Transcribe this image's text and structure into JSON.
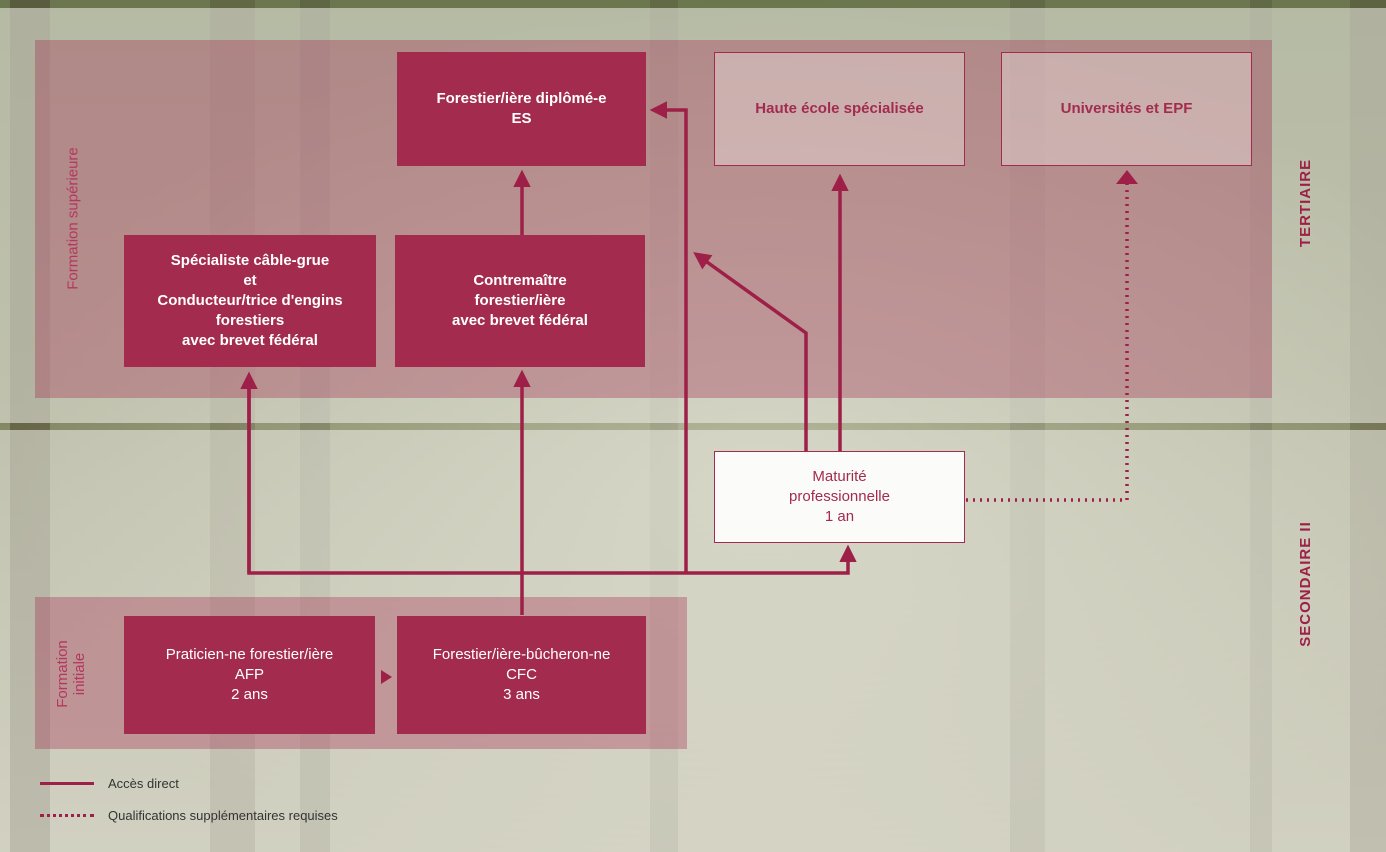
{
  "labels": {
    "formation_superieure": "Formation supérieure",
    "formation_initiale": "Formation\ninitiale",
    "tertiaire": "TERTIAIRE",
    "secondaire": "SECONDAIRE II"
  },
  "boxes": {
    "forestier_es": "Forestier/ière diplômé-e\nES",
    "hes": "Haute école spécialisée",
    "universites": "Universités et EPF",
    "specialiste": "Spécialiste câble-grue\net\nConducteur/trice d'engins\nforestiers\navec brevet fédéral",
    "contremaitre": "Contremaître\nforestier/ière\navec brevet fédéral",
    "maturite": "Maturité\nprofessionnelle\n1 an",
    "praticien": "Praticien-ne forestier/ière\nAFP\n2 ans",
    "bucheron": "Forestier/ière-bûcheron-ne\nCFC\n3 ans"
  },
  "legend": {
    "direct": "Accès direct",
    "qualif": "Qualifications supplémentaires requises"
  },
  "colors": {
    "accent": "#9e1f47",
    "box_fill": "#a32c4e"
  }
}
